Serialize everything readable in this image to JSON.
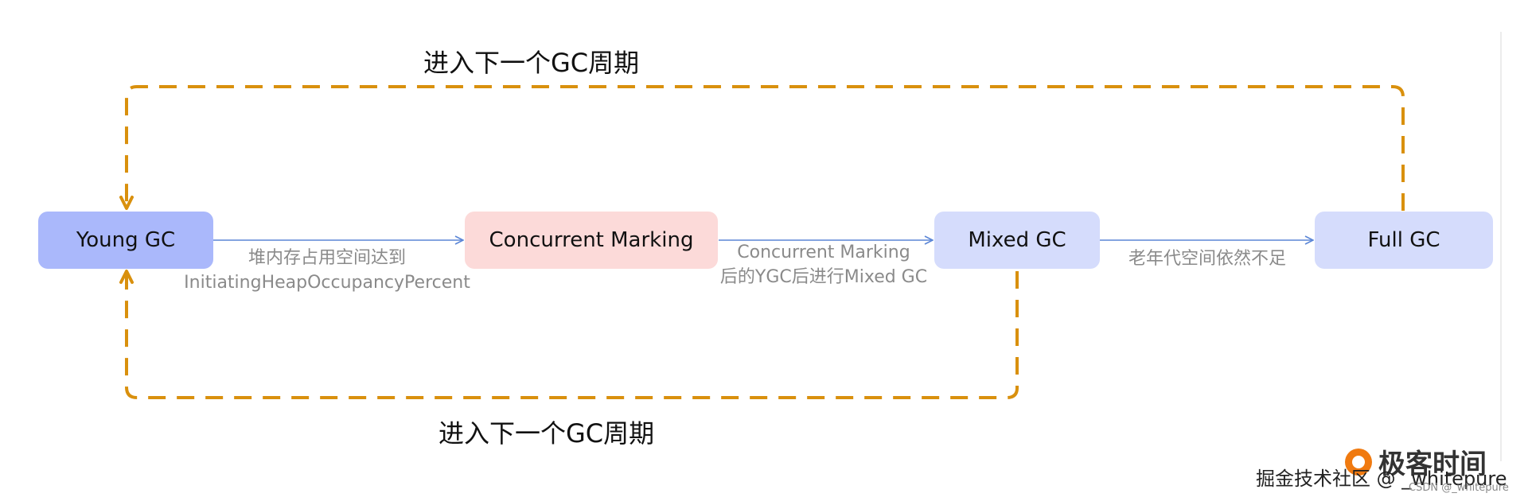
{
  "nodes": {
    "young_gc": "Young GC",
    "concurrent_marking": "Concurrent Marking",
    "mixed_gc": "Mixed GC",
    "full_gc": "Full GC"
  },
  "edges": {
    "young_to_cm": [
      "堆内存占用空间达到",
      "InitiatingHeapOccupancyPercent"
    ],
    "cm_to_mixed": [
      "Concurrent Marking",
      "后的YGC后进行Mixed GC"
    ],
    "mixed_to_full": [
      "老年代空间依然不足"
    ]
  },
  "cycles": {
    "top_label": "进入下一个GC周期",
    "bottom_label": "进入下一个GC周期"
  },
  "watermark": {
    "logo_text": "极客时间",
    "text": "掘金技术社区 @ _whitepure",
    "small_text": "CSDN @_whitepure"
  },
  "colors": {
    "young_gc_fill": "#aab8fb",
    "concurrent_marking_fill": "#fcdad9",
    "mixed_gc_fill": "#d5dcfc",
    "full_gc_fill": "#d5dcfc",
    "cycle_line": "#d9900d",
    "edge_line": "#5b86d6"
  }
}
